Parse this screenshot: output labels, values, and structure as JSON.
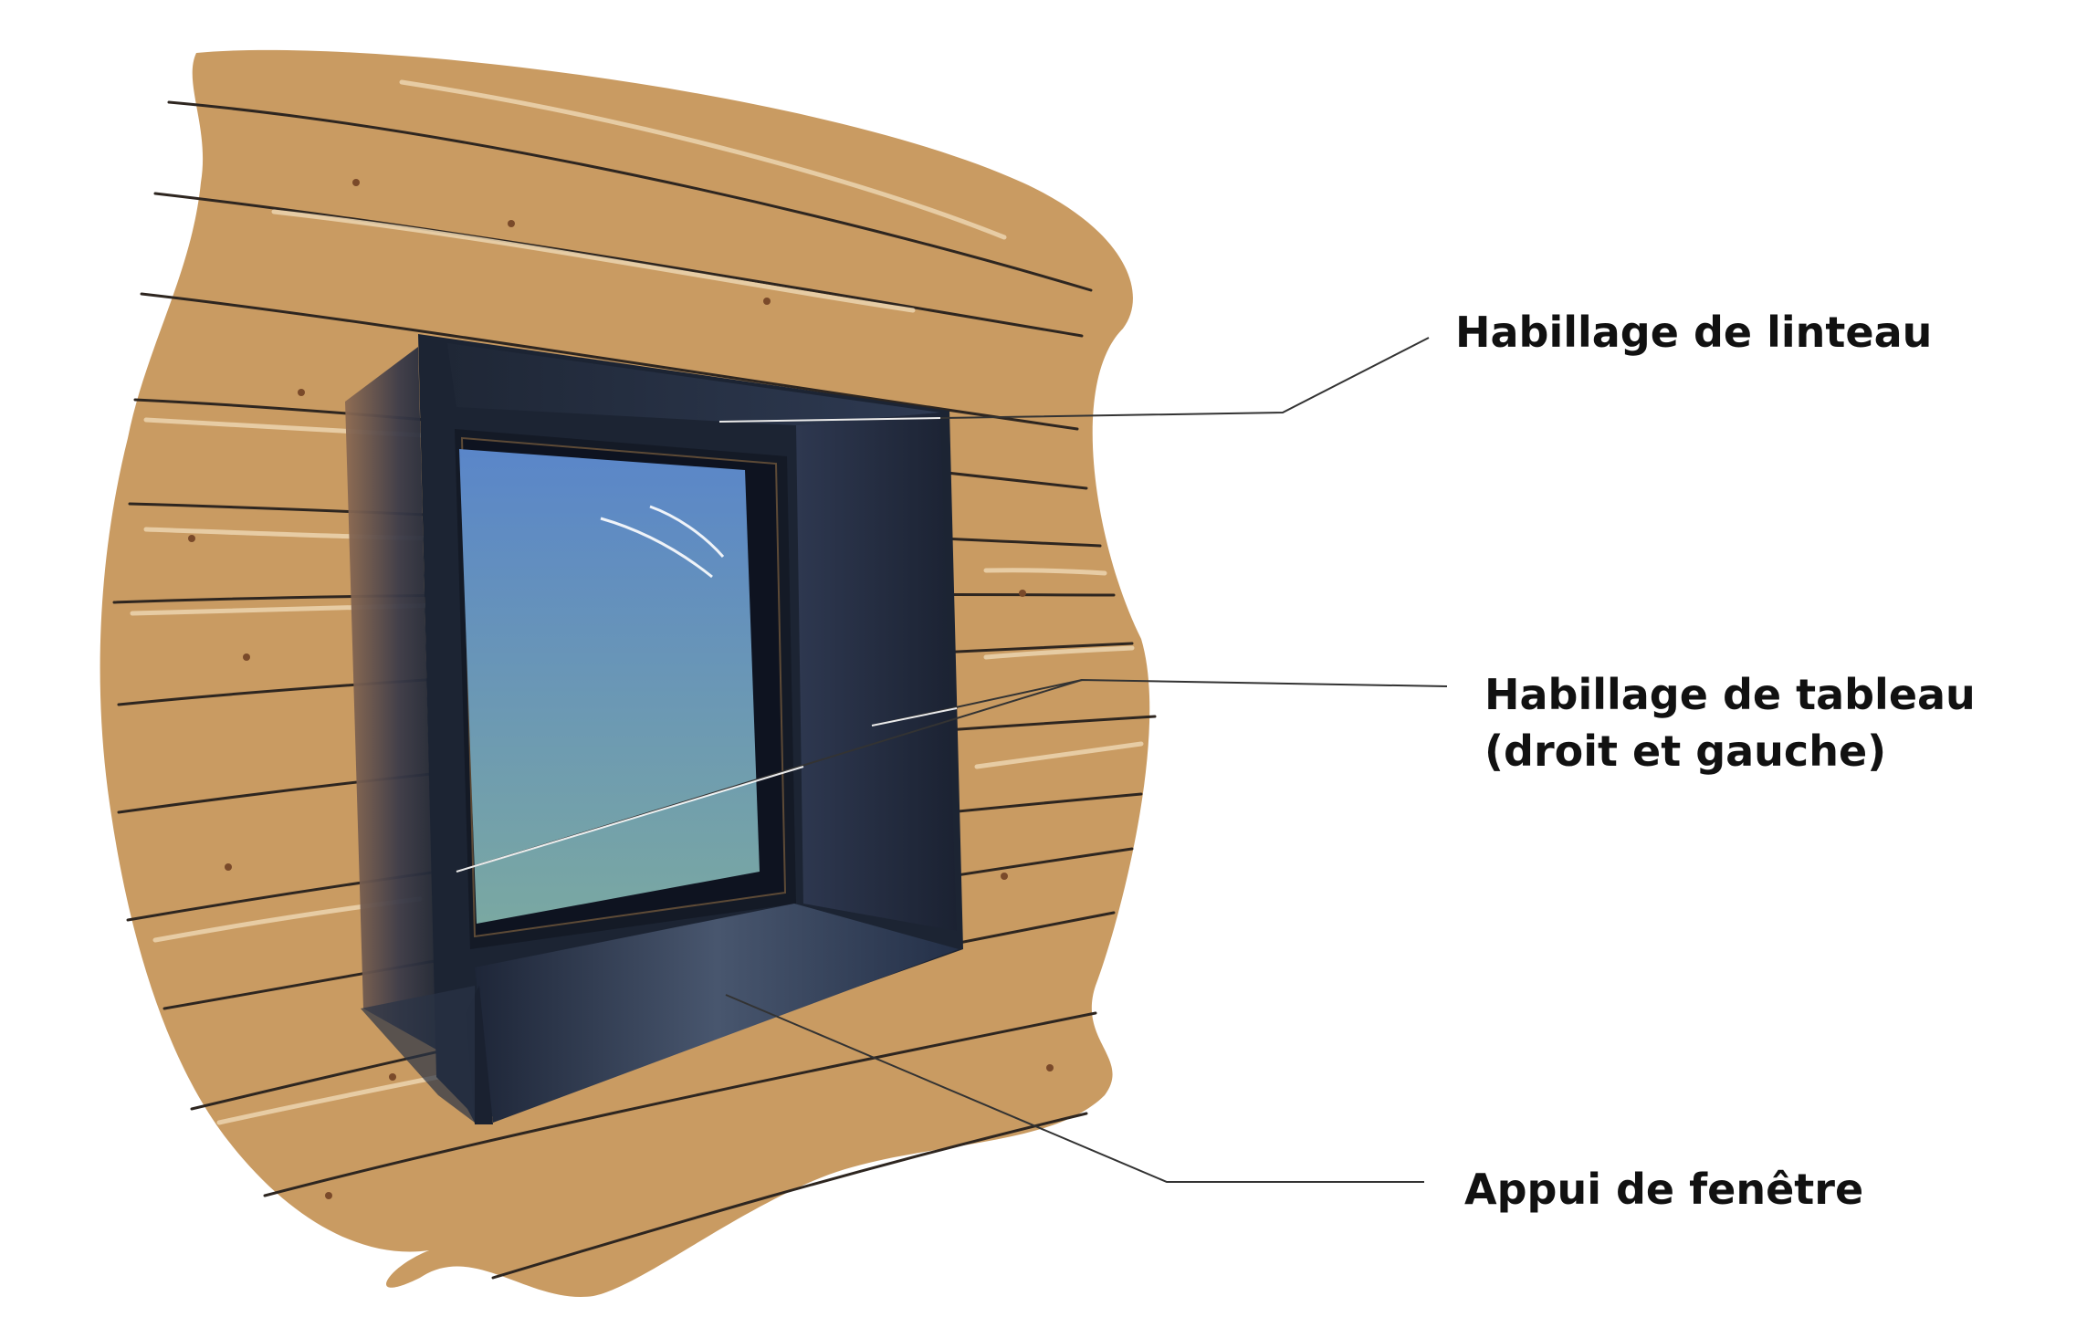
{
  "labels": {
    "lintel": "Habillage de linteau",
    "jamb_line1": "Habillage de tableau",
    "jamb_line2": "(droit et gauche)",
    "sill": "Appui de fenêtre"
  },
  "colors": {
    "wood": "#c99b62",
    "wood_grain_dark": "#2e2620",
    "wood_grain_light": "#ecd5b0",
    "metal_dark": "#1f2736",
    "metal_mid": "#2c3650",
    "glass_top": "#5a86c9",
    "glass_bottom": "#78a8a2",
    "leader_line": "#333333"
  }
}
